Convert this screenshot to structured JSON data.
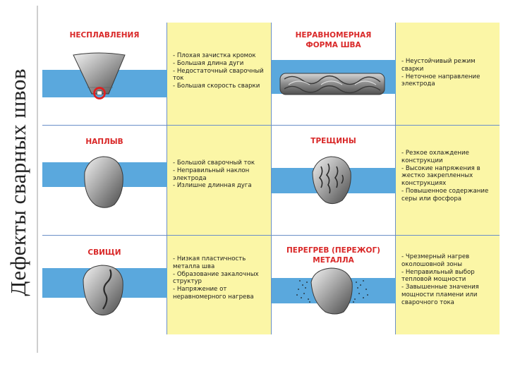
{
  "slide": {
    "title": "Дефекты сварных швов"
  },
  "defects": [
    {
      "title": "НЕСПЛАВЛЕНИЯ",
      "icon": "incomplete-fusion-weld-icon",
      "causes": [
        "Плохая зачистка кромок",
        "Большая длина дуги",
        "Недостаточный сварочный ток",
        "Большая скорость сварки"
      ]
    },
    {
      "title": "НЕРАВНОМЕРНАЯ ФОРМА ШВА",
      "icon": "uneven-weld-bead-icon",
      "causes": [
        "Неустойчивый режим сварки",
        "Неточное направление электрода"
      ]
    },
    {
      "title": "НАПЛЫВ",
      "icon": "overlap-weld-icon",
      "causes": [
        "Большой сварочный ток",
        "Неправильный наклон электрода",
        "Излишне длинная дуга"
      ]
    },
    {
      "title": "ТРЕЩИНЫ",
      "icon": "cracked-weld-icon",
      "causes": [
        "Резкое охлаждение конструкции",
        "Высокие напряжения в жестко закрепленных конструкциях",
        "Повышенное содержание серы или фосфора"
      ]
    },
    {
      "title": "СВИЩИ",
      "icon": "fistula-weld-icon",
      "causes": [
        "Низкая пластичность металла шва",
        "Образование закалочных структур",
        "Напряжение от неравномерного нагрева"
      ]
    },
    {
      "title": "ПЕРЕГРЕВ (ПЕРЕЖОГ) МЕТАЛЛА",
      "icon": "overheated-weld-icon",
      "causes": [
        "Чрезмерный нагрев околошовной зоны",
        "Неправильный выбор тепловой мощности",
        "Завышенные значения мощности пламени или сварочного тока"
      ]
    }
  ],
  "colors": {
    "plate": "#5aa8dd",
    "background": "#fbf6a6",
    "title": "#d92828",
    "grid": "#6a8fc8",
    "marker": "#e02020"
  }
}
